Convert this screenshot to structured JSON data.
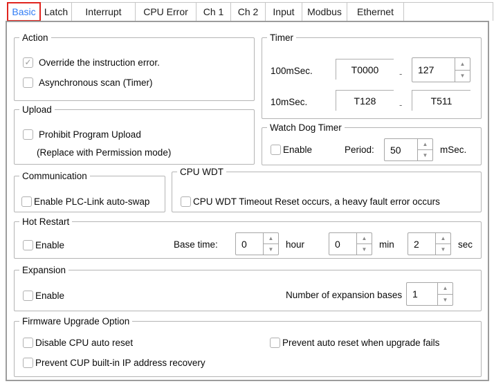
{
  "tabs": [
    {
      "label": "Basic",
      "active": true
    },
    {
      "label": "Latch"
    },
    {
      "label": "Interrupt"
    },
    {
      "label": "CPU Error"
    },
    {
      "label": "Ch 1"
    },
    {
      "label": "Ch 2"
    },
    {
      "label": "Input"
    },
    {
      "label": "Modbus"
    },
    {
      "label": "Ethernet"
    }
  ],
  "colors": {
    "active_tab_text": "#2f7bf5",
    "annotation_red": "#e0241e",
    "border_gray": "#b4b4b4"
  },
  "action": {
    "title": "Action",
    "items": [
      {
        "label": "Override the instruction error.",
        "checked": true
      },
      {
        "label": "Asynchronous scan (Timer)",
        "checked": false
      }
    ]
  },
  "timer": {
    "title": "Timer",
    "rows": [
      {
        "label": "100mSec.",
        "start": "T0000",
        "dash": "-",
        "end": "127"
      },
      {
        "label": "10mSec.",
        "start": "T128",
        "dash": "-",
        "end": "T511"
      }
    ]
  },
  "upload": {
    "title": "Upload",
    "checkbox": {
      "label": "Prohibit Program Upload",
      "checked": false
    },
    "note": "(Replace with Permission mode)"
  },
  "watch_dog_timer": {
    "title": "Watch Dog Timer",
    "enable": {
      "label": "Enable",
      "checked": false
    },
    "period_label": "Period:",
    "period_value": "50",
    "unit": "mSec."
  },
  "communication": {
    "title": "Communication",
    "checkbox": {
      "label": "Enable PLC-Link auto-swap",
      "checked": false
    }
  },
  "cpu_wdt": {
    "title": "CPU WDT",
    "checkbox": {
      "label": "CPU WDT Timeout Reset occurs, a heavy fault error occurs",
      "checked": false
    }
  },
  "hot_restart": {
    "title": "Hot Restart",
    "enable": {
      "label": "Enable",
      "checked": false
    },
    "base_time_label": "Base time:",
    "units": [
      {
        "value": "0",
        "unit": "hour"
      },
      {
        "value": "0",
        "unit": "min"
      },
      {
        "value": "2",
        "unit": "sec"
      }
    ]
  },
  "expansion": {
    "title": "Expansion",
    "enable": {
      "label": "Enable",
      "checked": false
    },
    "bases_label": "Number of expansion bases",
    "bases_value": "1"
  },
  "firmware": {
    "title": "Firmware Upgrade Option",
    "items": [
      {
        "label": "Disable CPU auto reset",
        "checked": false
      },
      {
        "label": "Prevent auto reset when upgrade fails",
        "checked": false
      },
      {
        "label": "Prevent CUP built-in IP address recovery",
        "checked": false
      }
    ]
  }
}
